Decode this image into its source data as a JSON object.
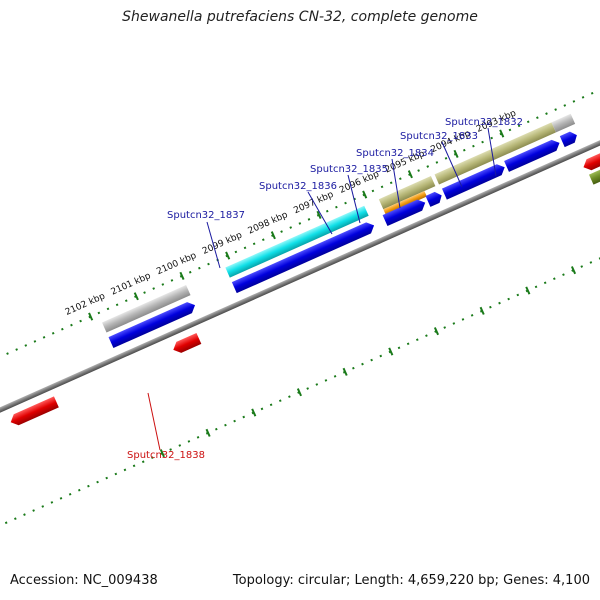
{
  "title": "Shewanella putrefaciens CN-32, complete genome",
  "footer": {
    "accession": "Accession: NC_009438",
    "summary": "Topology: circular; Length: 4,659,220 bp; Genes: 4,100"
  },
  "ruler_labels": [
    "2093 kbp",
    "2094 kbp",
    "2095 kbp",
    "2096 kbp",
    "2097 kbp",
    "2098 kbp",
    "2099 kbp",
    "2100 kbp",
    "2101 kbp",
    "2102 kbp"
  ],
  "gene_labels": [
    "Sputcn32_1832",
    "Sputcn32_1833",
    "Sputcn32_1834",
    "Sputcn32_1835",
    "Sputcn32_1836",
    "Sputcn32_1837",
    "Sputcn32_1838"
  ],
  "colors": {
    "backbone": "#8a8a8a",
    "tick": "#1a7a1a",
    "cds": "#0000dd",
    "cds_reverse": "#dd0000",
    "gene_grey": "#b4b4b4",
    "gene_cyan": "#10e0e8",
    "gene_khaki": "#b7b778",
    "gene_orange": "#f29a10",
    "gene_olive": "#6b8a25",
    "label_forward": "#1a1aa0",
    "label_reverse": "#cc1111"
  }
}
